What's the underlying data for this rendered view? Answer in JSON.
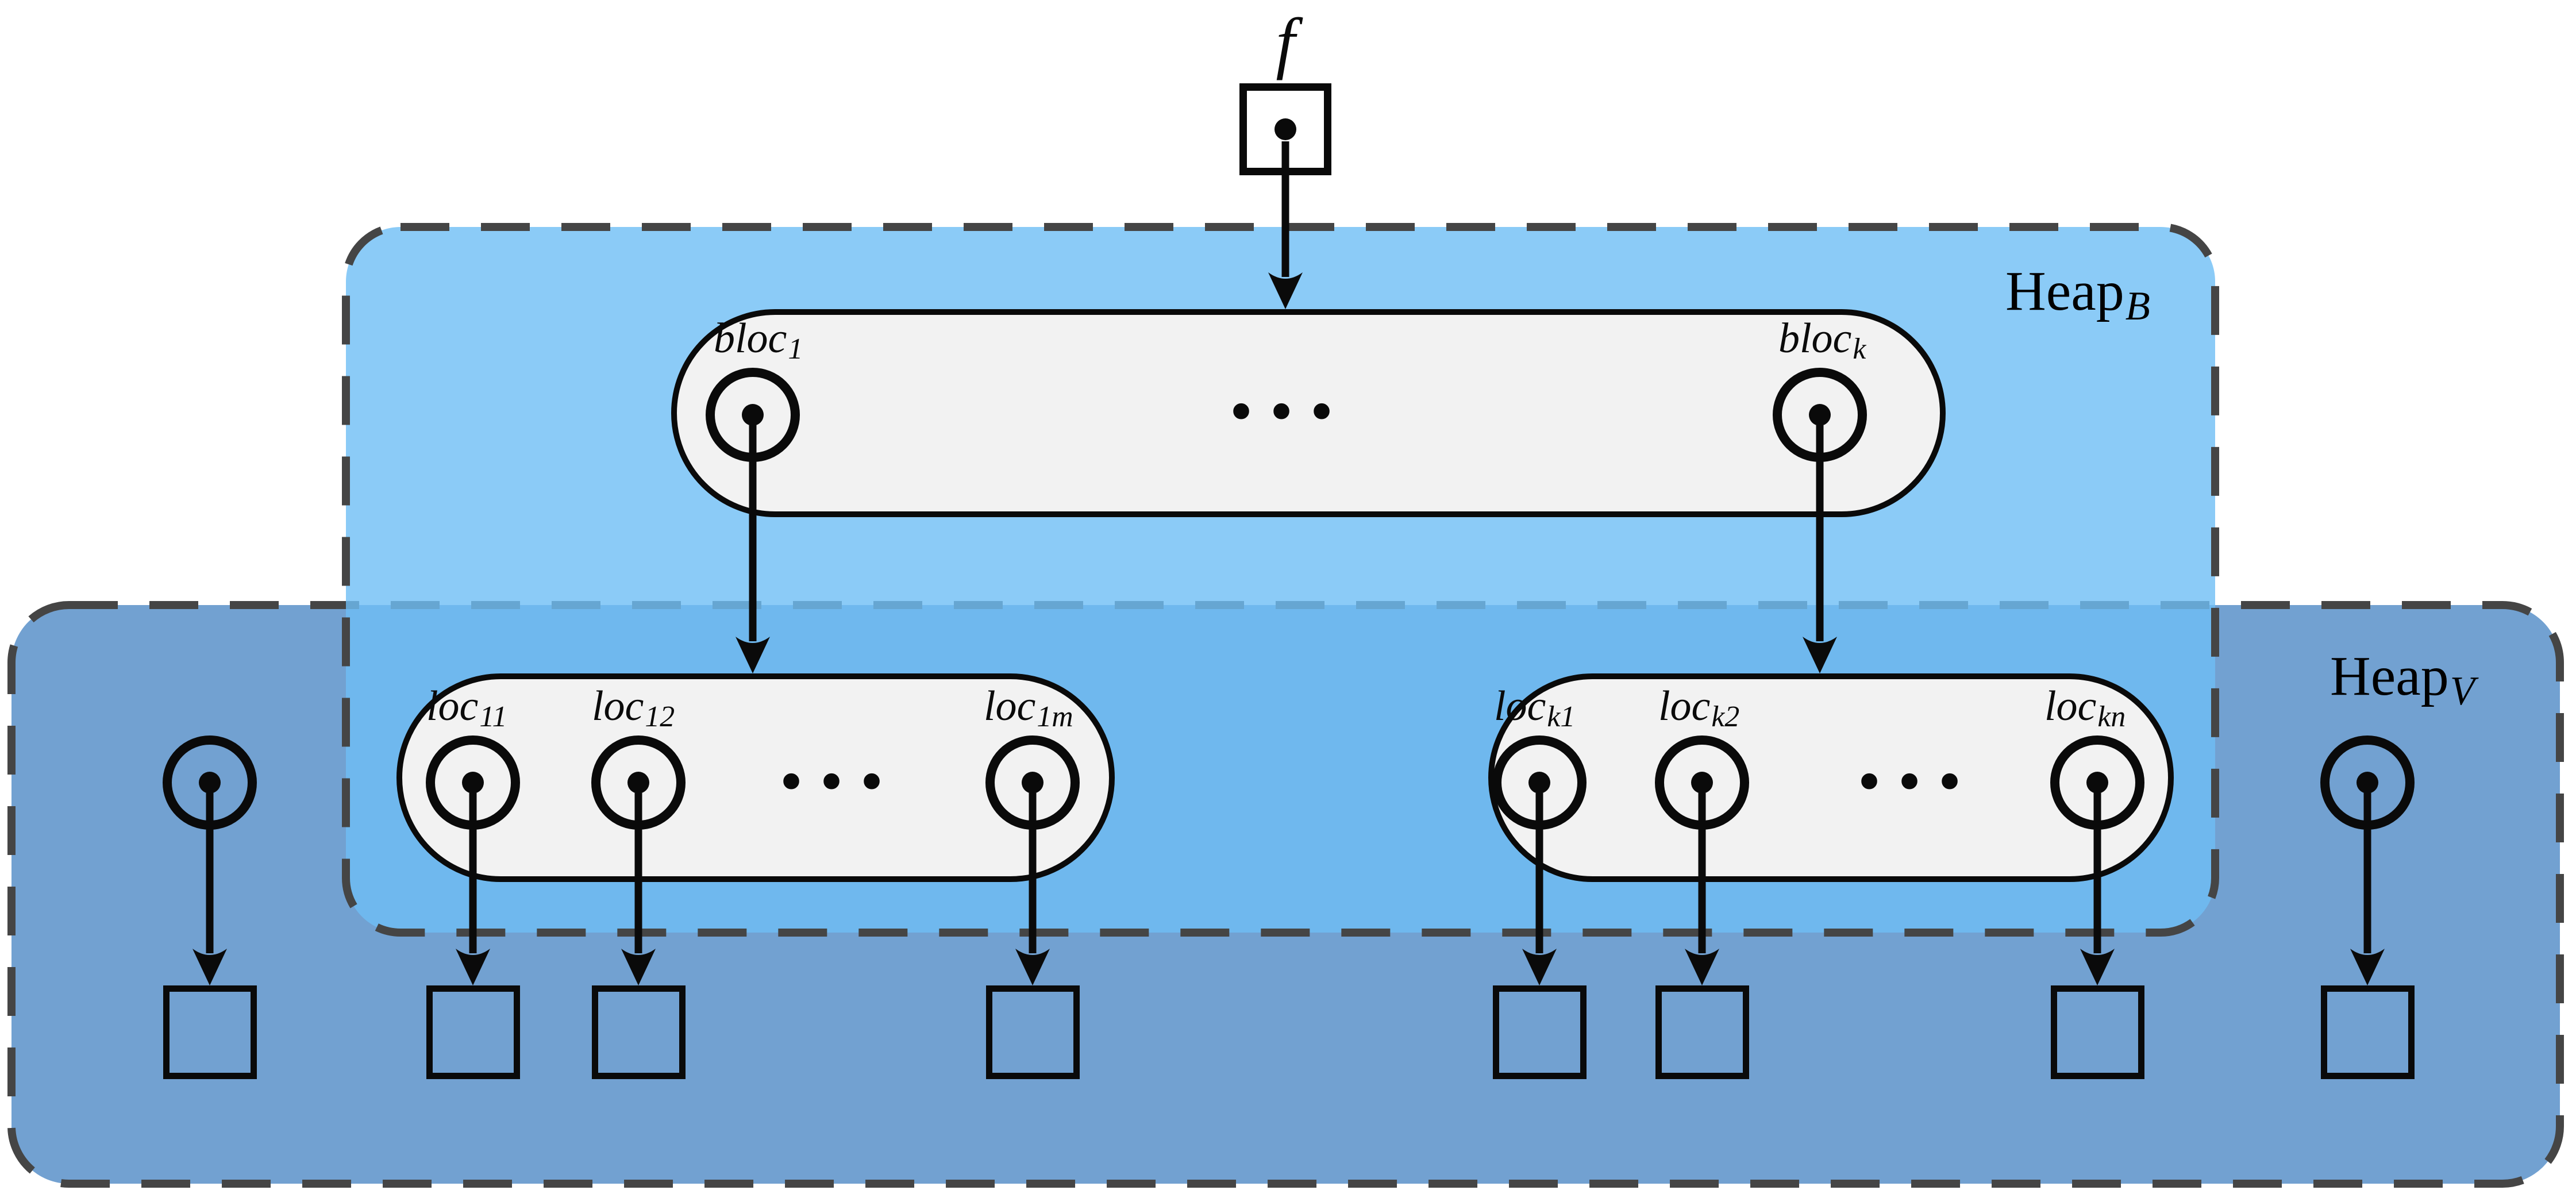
{
  "colors": {
    "heap_b_fill": "rgba(110,190,245,0.80)",
    "heap_v_fill": "#72a1d1",
    "pill_fill": "#f2f2f2",
    "dash_color": "#454545",
    "ink": "#0a0a0a"
  },
  "root_pointer": {
    "label": "f"
  },
  "heap_b": {
    "label_base": "Heap",
    "label_sub": "B"
  },
  "heap_v": {
    "label_base": "Heap",
    "label_sub": "V"
  },
  "bloc_pill": {
    "ellipsis": "•••",
    "cells": [
      {
        "base": "bloc",
        "sub": "1"
      },
      {
        "base": "bloc",
        "sub": "k"
      }
    ]
  },
  "loc_pill_1": {
    "ellipsis": "•••",
    "cells": [
      {
        "base": "loc",
        "sub": "11"
      },
      {
        "base": "loc",
        "sub": "12"
      },
      {
        "base": "loc",
        "sub": "1m"
      }
    ]
  },
  "loc_pill_k": {
    "ellipsis": "•••",
    "cells": [
      {
        "base": "loc",
        "sub": "k1"
      },
      {
        "base": "loc",
        "sub": "k2"
      },
      {
        "base": "loc",
        "sub": "kn"
      }
    ]
  }
}
